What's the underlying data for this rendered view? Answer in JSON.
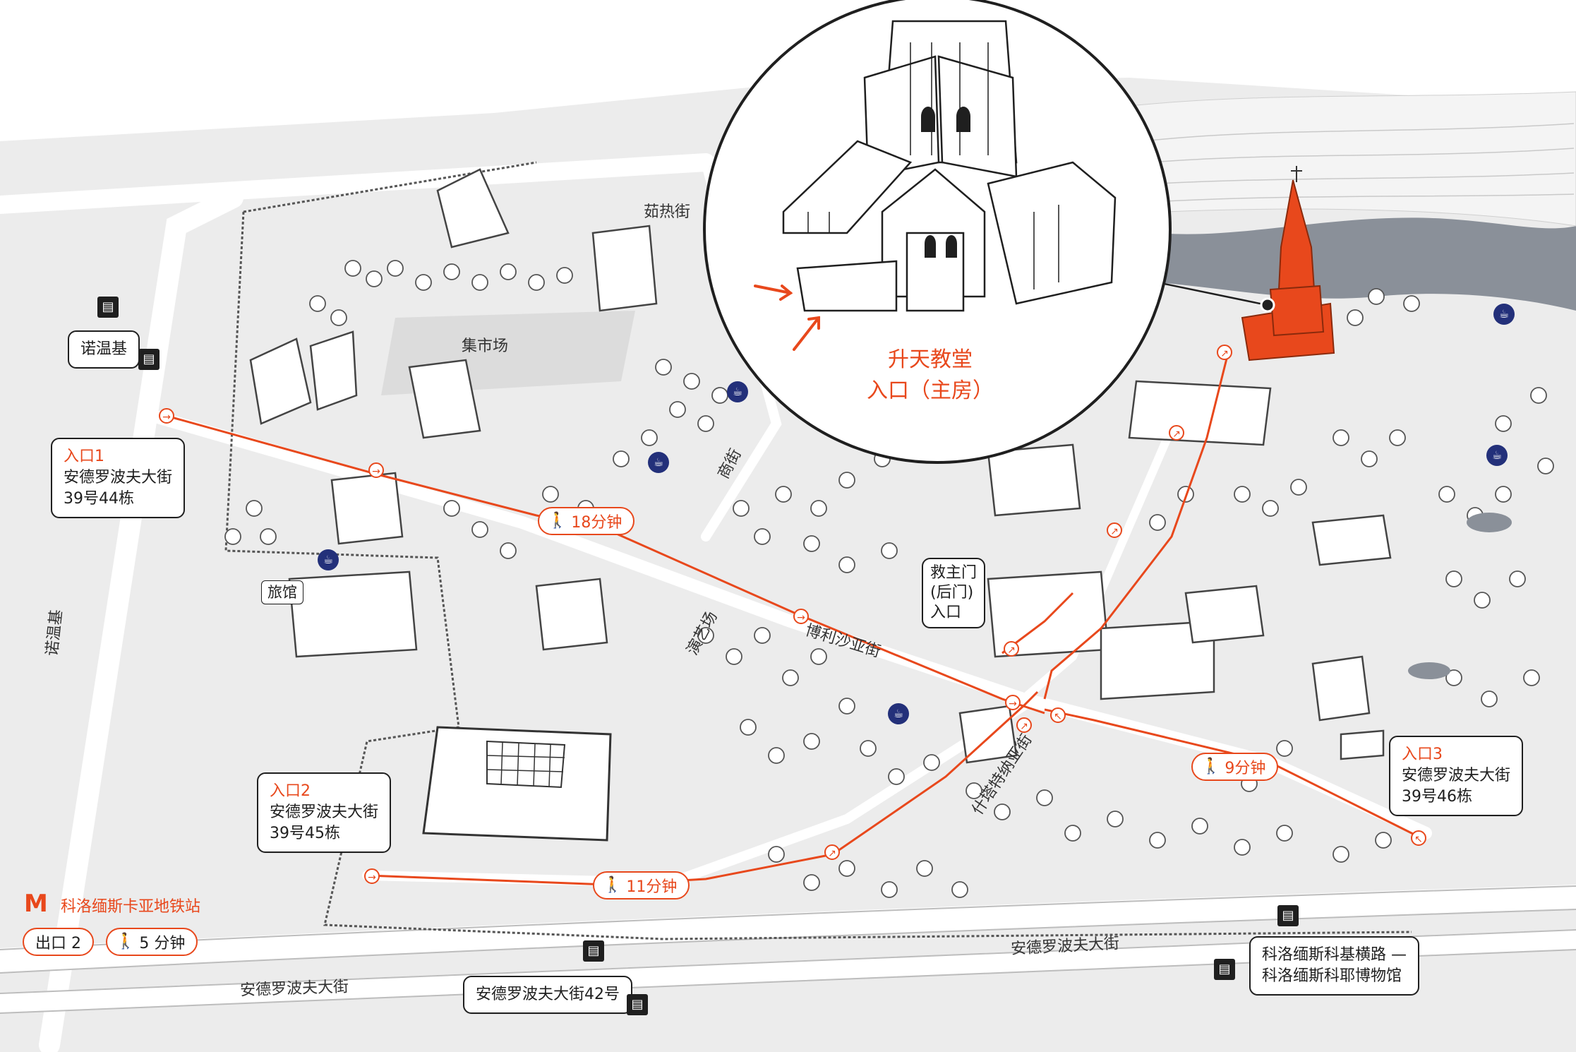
{
  "colors": {
    "accent": "#e8481c",
    "water": "#8a9099",
    "ground": "#ececec",
    "road": "#ffffff",
    "cafe": "#23307a"
  },
  "streets": {
    "ruzhe": "茹热街",
    "market": "集市场",
    "trade": "商街",
    "theatre": "演艺场",
    "borisova": "博利沙亚街",
    "shitartnaya": "什塔特纳亚街",
    "nuowenji_top": "诺温基",
    "nuowenji_side": "诺温基",
    "andropova_main": "安德罗波夫大街",
    "andropova_lower": "安德罗波夫大街",
    "hotel": "旅馆"
  },
  "entrances": {
    "e1": {
      "title": "入口1",
      "line1": "安德罗波夫大街",
      "line2": "39号44栋"
    },
    "e2": {
      "title": "入口2",
      "line1": "安德罗波夫大街",
      "line2": "39号45栋"
    },
    "e3": {
      "title": "入口3",
      "line1": "安德罗波夫大街",
      "line2": "39号46栋"
    },
    "rescue": {
      "line1": "救主门",
      "line2": "(后门)",
      "line3": "入口"
    }
  },
  "walk_times": {
    "t18": "18分钟",
    "t11": "11分钟",
    "t9": "9分钟",
    "metro": "5 分钟"
  },
  "church": {
    "line1": "升天教堂",
    "line2": "入口（主房）"
  },
  "metro": {
    "symbol": "M",
    "station": "科洛缅斯卡亚地铁站",
    "exit": "出口 2"
  },
  "bus_stops": {
    "andropova42": "安德罗波夫大街42号",
    "kolomenskoe_line1": "科洛缅斯科基横路 —",
    "kolomenskoe_line2": "科洛缅斯科耶博物馆"
  },
  "icons": {
    "bus": "bus-icon",
    "cafe": "cafe-icon",
    "walk": "walk-icon",
    "arrow": "arrow-right-icon"
  }
}
